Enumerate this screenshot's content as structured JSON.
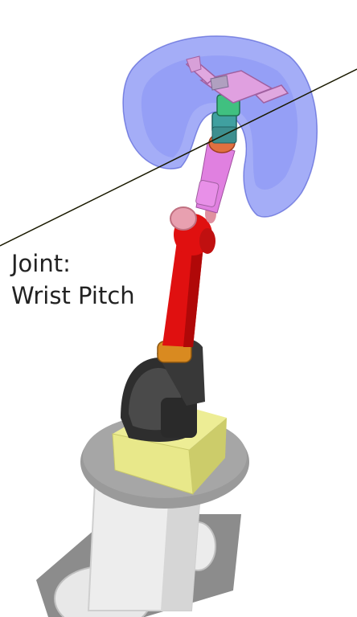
{
  "label": {
    "line1": "Joint:",
    "line2": "Wrist Pitch"
  },
  "colors": {
    "background": "#ffffff",
    "base_disc": "#9a9a9a",
    "pedestal": "#e6e6e6",
    "shoulder_block": "#e8e88a",
    "shoulder_housing": "#3a3a3a",
    "upper_link": "#e01010",
    "elbow_joint": "#e08a9a",
    "forearm": "#e080e0",
    "wrist_ring": "#e07040",
    "wrist_cylinder": "#40a0a0",
    "gripper": "#e0a0e0",
    "workspace_volume": "#5a6af0",
    "axis_line": "#1a1a00"
  },
  "icons": {
    "robot": "robot-arm-3d-model",
    "workspace": "reach-volume-hemisphere"
  }
}
